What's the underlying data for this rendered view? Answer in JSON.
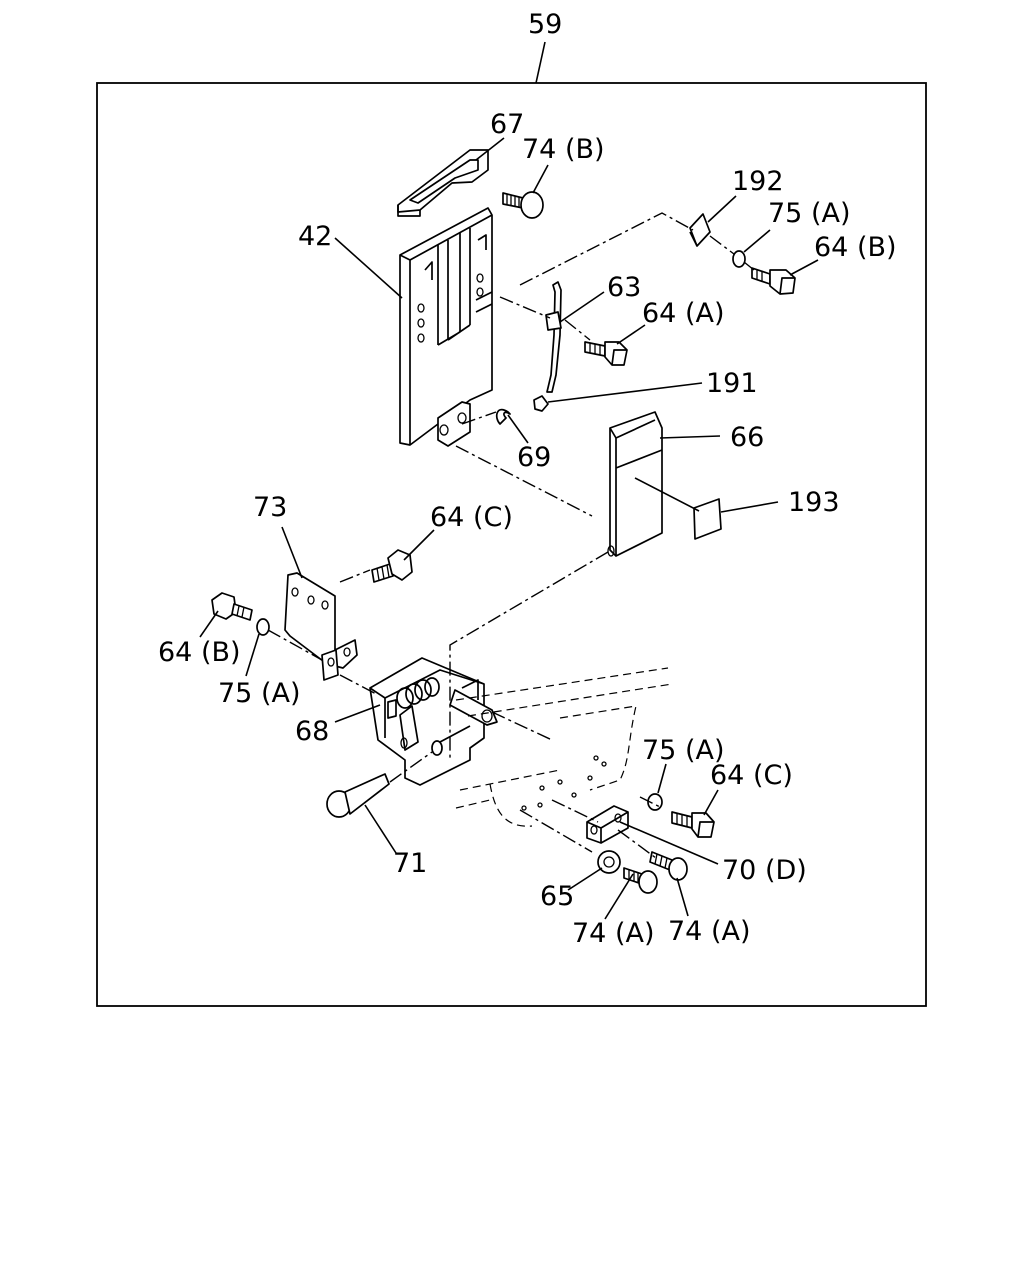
{
  "diagram": {
    "assembly_label": "59",
    "callouts": {
      "c42": "42",
      "c67": "67",
      "c74b": "74 (B)",
      "c192": "192",
      "c75a_top": "75 (A)",
      "c64b_right": "64 (B)",
      "c63": "63",
      "c64a": "64 (A)",
      "c191": "191",
      "c69": "69",
      "c66": "66",
      "c193": "193",
      "c73": "73",
      "c64c_mid": "64 (C)",
      "c64b_left": "64 (B)",
      "c75a_left": "75 (A)",
      "c68": "68",
      "c75a_low": "75 (A)",
      "c64c_low": "64 (C)",
      "c70d": "70 (D)",
      "c71": "71",
      "c65": "65",
      "c74a_1": "74 (A)",
      "c74a_2": "74 (A)"
    }
  }
}
